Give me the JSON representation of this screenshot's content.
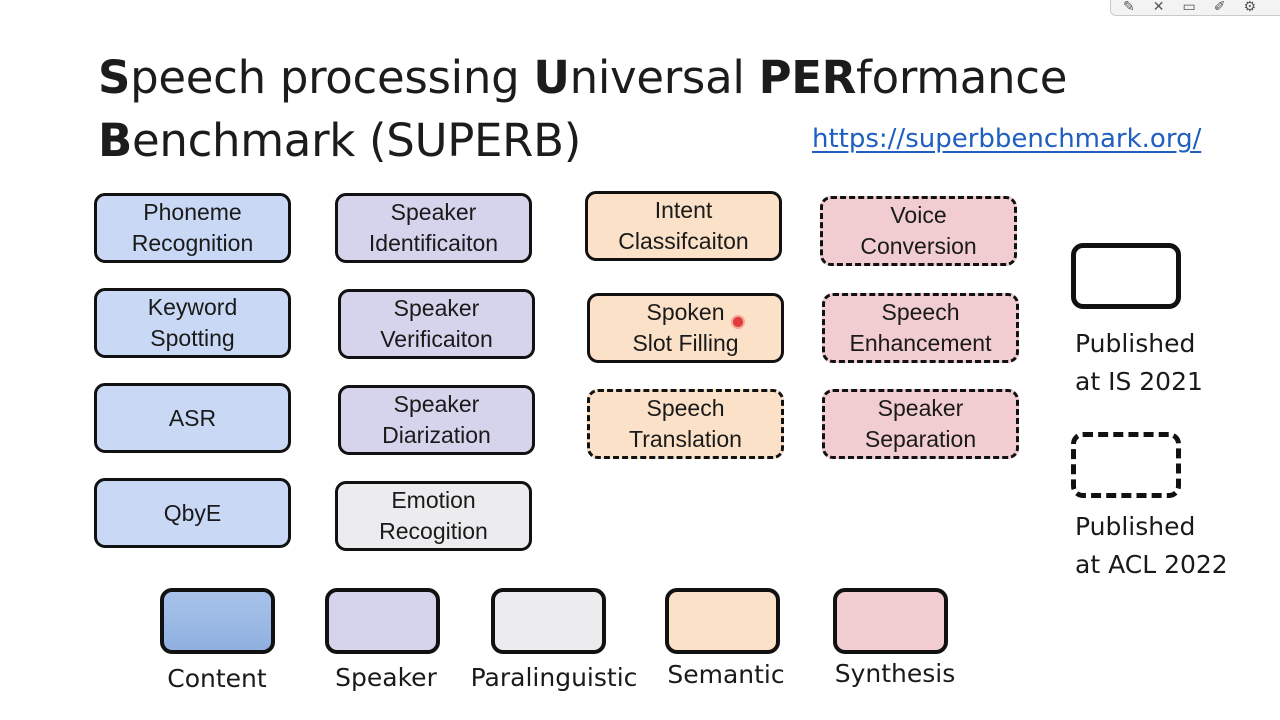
{
  "title": {
    "parts": [
      {
        "t": "S",
        "cap": true
      },
      {
        "t": "peech processing ",
        "cap": false
      },
      {
        "t": "U",
        "cap": true
      },
      {
        "t": "niversal ",
        "cap": false
      },
      {
        "t": "PER",
        "cap": true
      },
      {
        "t": "formance",
        "cap": false
      },
      {
        "t": "\nB",
        "cap": true
      },
      {
        "t": "enchmark (SUPERB)",
        "cap": false
      }
    ]
  },
  "url": "https://superbbenchmark.org/",
  "tasks": [
    {
      "label": "Phoneme\nRecognition",
      "category": "content",
      "published": "IS 2021"
    },
    {
      "label": "Keyword\nSpotting",
      "category": "content",
      "published": "IS 2021"
    },
    {
      "label": "ASR",
      "category": "content",
      "published": "IS 2021"
    },
    {
      "label": "QbyE",
      "category": "content",
      "published": "IS 2021"
    },
    {
      "label": "Speaker\nIdentificaiton",
      "category": "speaker",
      "published": "IS 2021"
    },
    {
      "label": "Speaker\nVerificaiton",
      "category": "speaker",
      "published": "IS 2021"
    },
    {
      "label": "Speaker\nDiarization",
      "category": "speaker",
      "published": "IS 2021"
    },
    {
      "label": "Emotion\nRecogition",
      "category": "paralinguistic",
      "published": "IS 2021"
    },
    {
      "label": "Intent\nClassifcaiton",
      "category": "semantic",
      "published": "IS 2021"
    },
    {
      "label": "Spoken\nSlot Filling",
      "category": "semantic",
      "published": "IS 2021"
    },
    {
      "label": "Speech\nTranslation",
      "category": "semantic",
      "published": "ACL 2022"
    },
    {
      "label": "Voice\nConversion",
      "category": "synthesis",
      "published": "ACL 2022"
    },
    {
      "label": "Speech\nEnhancement",
      "category": "synthesis",
      "published": "ACL 2022"
    },
    {
      "label": "Speaker\nSeparation",
      "category": "synthesis",
      "published": "ACL 2022"
    }
  ],
  "legend": {
    "categories": [
      {
        "label": "Content",
        "color": "#9fbce6"
      },
      {
        "label": "Speaker",
        "color": "#d6d4ec"
      },
      {
        "label": "Paralinguistic",
        "color": "#ececee"
      },
      {
        "label": "Semantic",
        "color": "#fbe1c8"
      },
      {
        "label": "Synthesis",
        "color": "#f1ccd0"
      }
    ],
    "published": [
      {
        "label": "Published\nat IS 2021",
        "style": "solid"
      },
      {
        "label": "Published\nat ACL 2022",
        "style": "dashed"
      }
    ]
  },
  "colors": {
    "content": "#c9d8f5",
    "speaker": "#d6d4ec",
    "paralinguistic": "#ececee",
    "semantic": "#fbe1c8",
    "synthesis": "#f1ccd0",
    "link": "#1f5fbf"
  }
}
